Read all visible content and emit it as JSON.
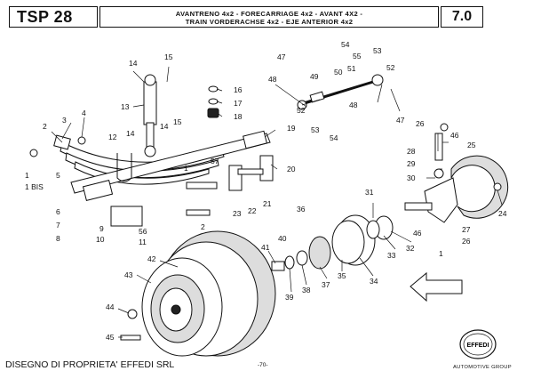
{
  "header": {
    "code": "TSP 28",
    "title_line1": "AVANTRENO 4x2 - FORECARRIAGE 4x2 - AVANT 4X2 -",
    "title_line2": "TRAIN VORDERACHSE 4x2 - EJE ANTERIOR 4x2",
    "page": "7.0"
  },
  "footer": {
    "ownership": "DISEGNO DI PROPRIETA' EFFEDI SRL",
    "page_number": "-70-",
    "logo_text": "EFFEDI",
    "logo_subtitle": "AUTOMOTIVE GROUP"
  },
  "callouts": [
    "1",
    "1 BIS",
    "2",
    "3",
    "4",
    "5",
    "6",
    "7",
    "8",
    "9",
    "10",
    "11",
    "12",
    "13",
    "14",
    "15",
    "16",
    "17",
    "18",
    "19",
    "20",
    "21",
    "22",
    "23",
    "24",
    "25",
    "26",
    "27",
    "28",
    "29",
    "30",
    "31",
    "32",
    "33",
    "34",
    "35",
    "36",
    "37",
    "38",
    "39",
    "40",
    "41",
    "42",
    "43",
    "44",
    "45",
    "46",
    "47",
    "48",
    "49",
    "50",
    "51",
    "52",
    "53",
    "54",
    "55",
    "56",
    "57"
  ]
}
